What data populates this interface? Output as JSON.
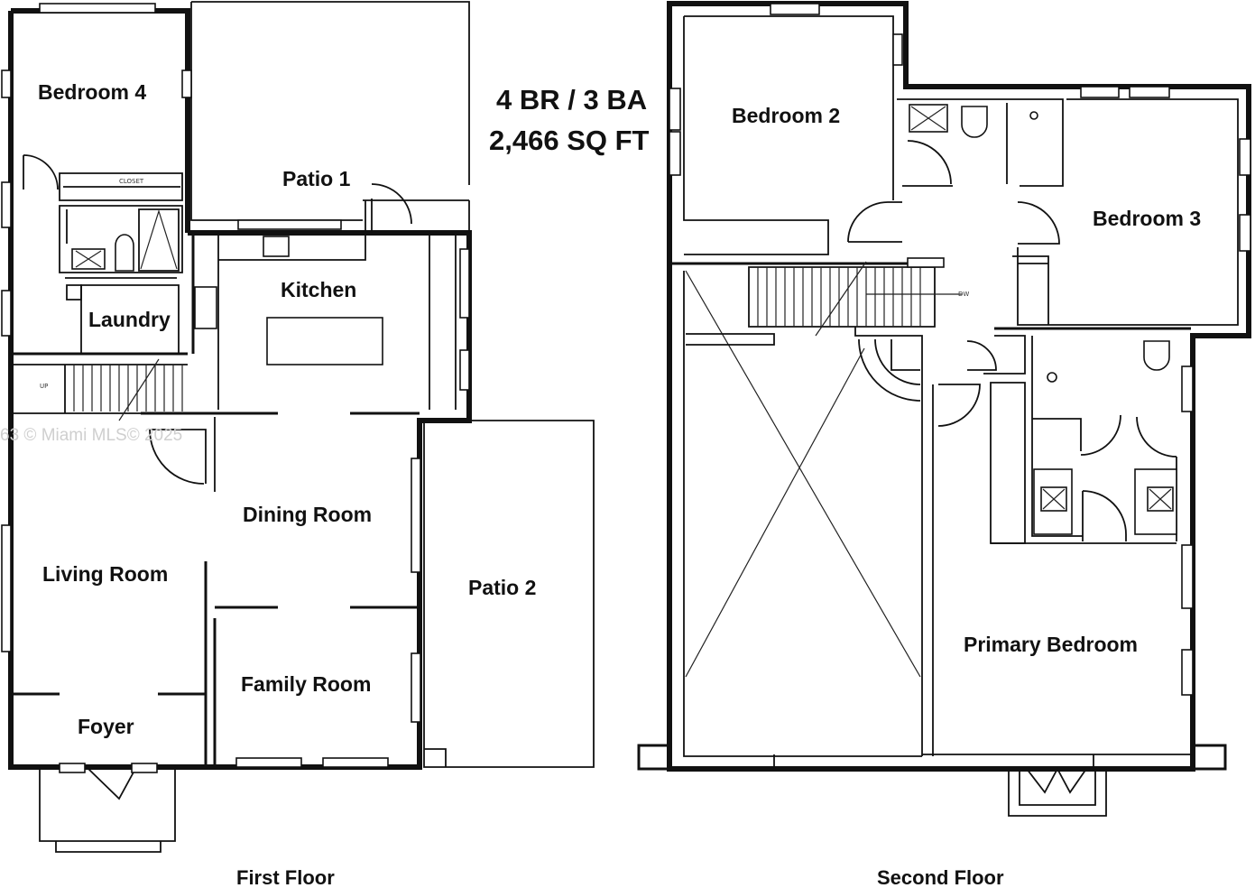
{
  "summary": {
    "line1": "4 BR / 3 BA",
    "line2": "2,466 SQ FT"
  },
  "watermark": "63 © Miami MLS© 2025",
  "first_floor": {
    "caption": "First Floor",
    "rooms": {
      "bedroom4": "Bedroom 4",
      "patio1": "Patio 1",
      "laundry": "Laundry",
      "kitchen": "Kitchen",
      "dining": "Dining Room",
      "living": "Living Room",
      "patio2": "Patio 2",
      "family": "Family Room",
      "foyer": "Foyer"
    },
    "marks": {
      "up": "UP",
      "closet": "CLOSET"
    }
  },
  "second_floor": {
    "caption": "Second Floor",
    "rooms": {
      "bedroom2": "Bedroom 2",
      "bedroom3": "Bedroom 3",
      "primary": "Primary Bedroom"
    },
    "marks": {
      "dw": "DW"
    }
  }
}
